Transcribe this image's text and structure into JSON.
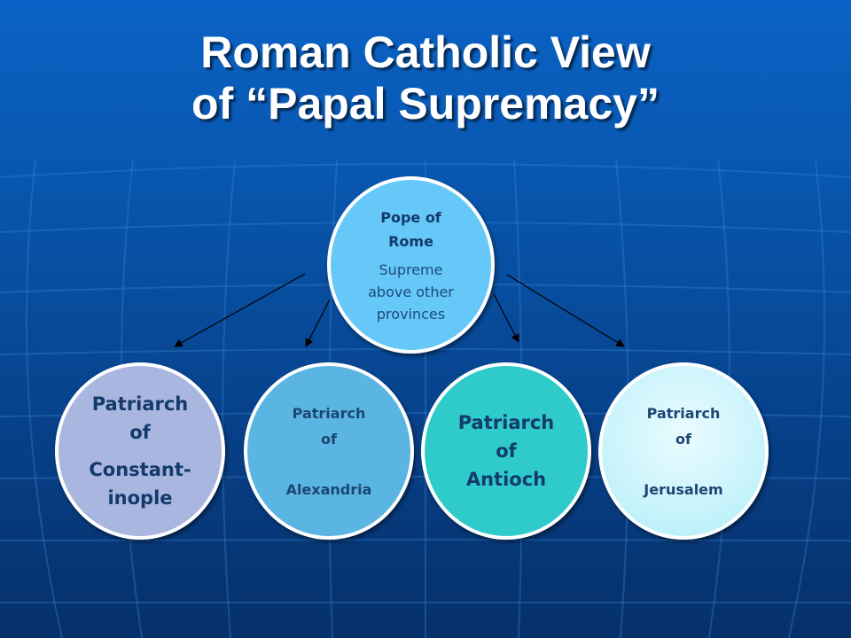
{
  "slide": {
    "title_line1": "Roman Catholic View",
    "title_line2": "of “Papal Supremacy”"
  },
  "diagram": {
    "top": {
      "line1": "Pope of",
      "line2": "Rome",
      "desc1": "Supreme",
      "desc2": "above other",
      "desc3": "provinces"
    },
    "children": [
      {
        "line1": "Patriarch",
        "line2": "of",
        "line3": "Constant-",
        "line4": "inople"
      },
      {
        "line1": "Patriarch",
        "line2": "of",
        "line3": "Alexandria"
      },
      {
        "line1": "Patriarch",
        "line2": "of",
        "line3": "Antioch"
      },
      {
        "line1": "Patriarch",
        "line2": "of",
        "line3": "Jerusalem"
      }
    ]
  }
}
